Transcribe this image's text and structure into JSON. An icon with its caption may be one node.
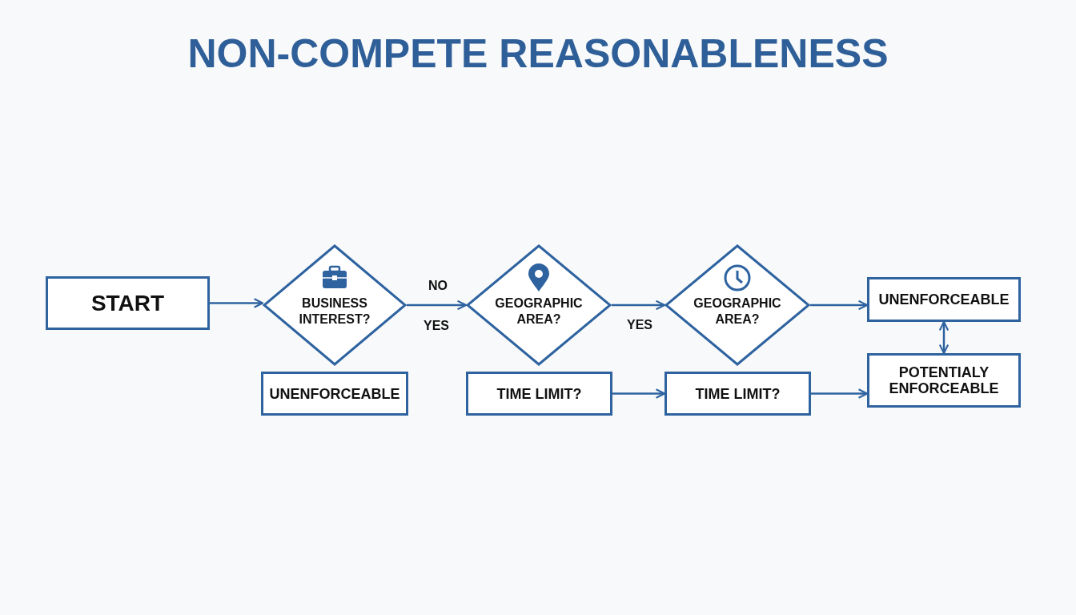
{
  "diagram": {
    "title": "NON-COMPETE REASONABLENESS",
    "nodes": [
      {
        "text": [
          "START"
        ]
      },
      {
        "text": [
          "BUSINESS INTEREST?"
        ]
      },
      {
        "text": [
          "UNENFORCEABLE"
        ]
      },
      {
        "text": [
          "GEOGRAPHIC AREA?"
        ]
      },
      {
        "text": [
          "TIME LIMIT?"
        ]
      },
      {
        "text": [
          "GEOGRAPHIC AREA?"
        ]
      },
      {
        "text": [
          "TIME LIMIT?"
        ]
      },
      {
        "text": [
          "UNENFORCEABLE"
        ]
      },
      {
        "text": [
          "POTENTIALY ENFORCEABLE"
        ]
      }
    ],
    "edges": [
      {
        "from": 0,
        "to": 1,
        "arrow": "to"
      },
      {
        "from": 1,
        "to": 3,
        "arrow": "to",
        "label": "NO"
      },
      {
        "from": 3,
        "to": 5,
        "arrow": "to",
        "label": "YES"
      },
      {
        "from": 5,
        "to": 7,
        "arrow": "to"
      },
      {
        "from": 4,
        "to": 6,
        "arrow": "to"
      },
      {
        "from": 6,
        "to": 8,
        "arrow": "to"
      },
      {
        "from": 7,
        "to": 8,
        "arrow": "both"
      }
    ],
    "labels": [
      "YES"
    ]
  }
}
